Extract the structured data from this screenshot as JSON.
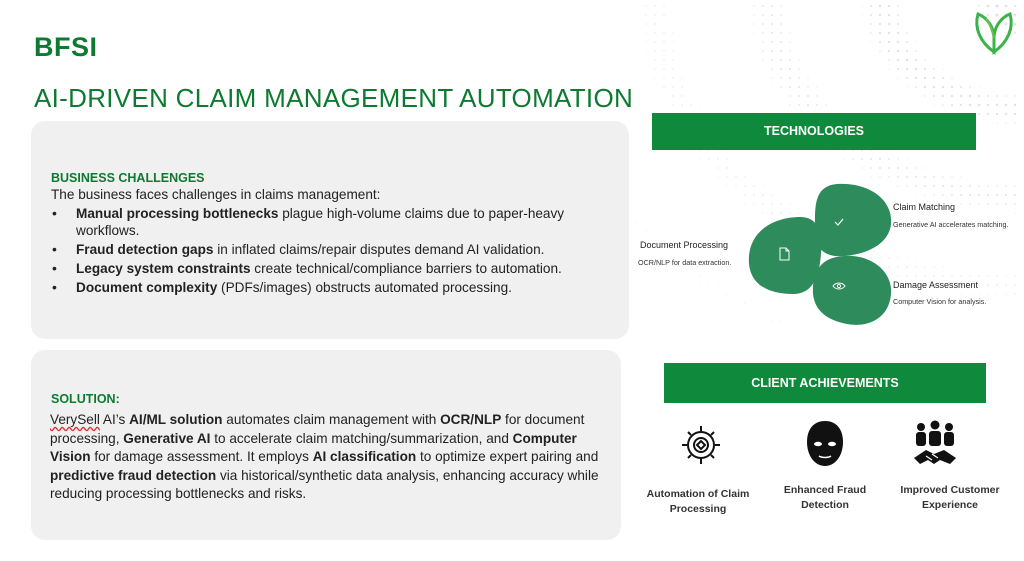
{
  "header": {
    "title": "BFSI",
    "subtitle": "AI-DRIVEN CLAIM MANAGEMENT AUTOMATION",
    "logo_icon": "leaf-logo-icon"
  },
  "challenges": {
    "heading": "BUSINESS CHALLENGES",
    "intro": "The business faces challenges in claims management:",
    "items": [
      {
        "bold": "Manual processing bottlenecks",
        "text": " plague high-volume claims due to paper-heavy workflows."
      },
      {
        "bold": "Fraud detection gaps",
        "text": " in inflated claims/repair disputes demand AI validation."
      },
      {
        "bold": "Legacy system constraints",
        "text": " create technical/compliance barriers to automation."
      },
      {
        "bold": "Document complexity",
        "text": " (PDFs/images) obstructs automated processing."
      }
    ]
  },
  "solution": {
    "heading": "SOLUTION:",
    "parts": [
      {
        "t": "VerySell",
        "style": "squiggle"
      },
      {
        "t": " AI’s ",
        "style": ""
      },
      {
        "t": "AI/ML solution",
        "style": "bold"
      },
      {
        "t": " automates claim management with ",
        "style": ""
      },
      {
        "t": "OCR/NLP",
        "style": "bold"
      },
      {
        "t": " for document processing, ",
        "style": ""
      },
      {
        "t": "Generative AI",
        "style": "bold"
      },
      {
        "t": " to accelerate claim matching/summarization, and ",
        "style": ""
      },
      {
        "t": "Computer Vision",
        "style": "bold"
      },
      {
        "t": " for damage assessment. It employs ",
        "style": ""
      },
      {
        "t": "AI classification",
        "style": "bold"
      },
      {
        "t": " to optimize expert pairing and ",
        "style": ""
      },
      {
        "t": "predictive fraud detection",
        "style": "bold"
      },
      {
        "t": " via historical/synthetic data analysis, enhancing accuracy while reducing processing bottlenecks and risks.",
        "style": ""
      }
    ]
  },
  "technologies": {
    "banner": "TECHNOLOGIES",
    "items": [
      {
        "title": "Document Processing",
        "desc": "OCR/NLP for data extraction.",
        "icon": "document-icon"
      },
      {
        "title": "Claim Matching",
        "desc": "Generative AI accelerates matching.",
        "icon": "checkmark-icon"
      },
      {
        "title": "Damage Assessment",
        "desc": "Computer Vision for analysis.",
        "icon": "eye-icon"
      }
    ]
  },
  "achievements": {
    "banner": "CLIENT ACHIEVEMENTS",
    "items": [
      {
        "label": "Automation of Claim Processing",
        "icon": "automation-gear-icon"
      },
      {
        "label": "Enhanced Fraud Detection",
        "icon": "masked-thief-icon"
      },
      {
        "label": "Improved Customer Experience",
        "icon": "team-handshake-icon"
      }
    ]
  },
  "colors": {
    "brand_green": "#0d7a32",
    "banner_green": "#0f8a3c",
    "petal_green": "#2e8b5b",
    "card_bg": "#f0f0f0"
  }
}
